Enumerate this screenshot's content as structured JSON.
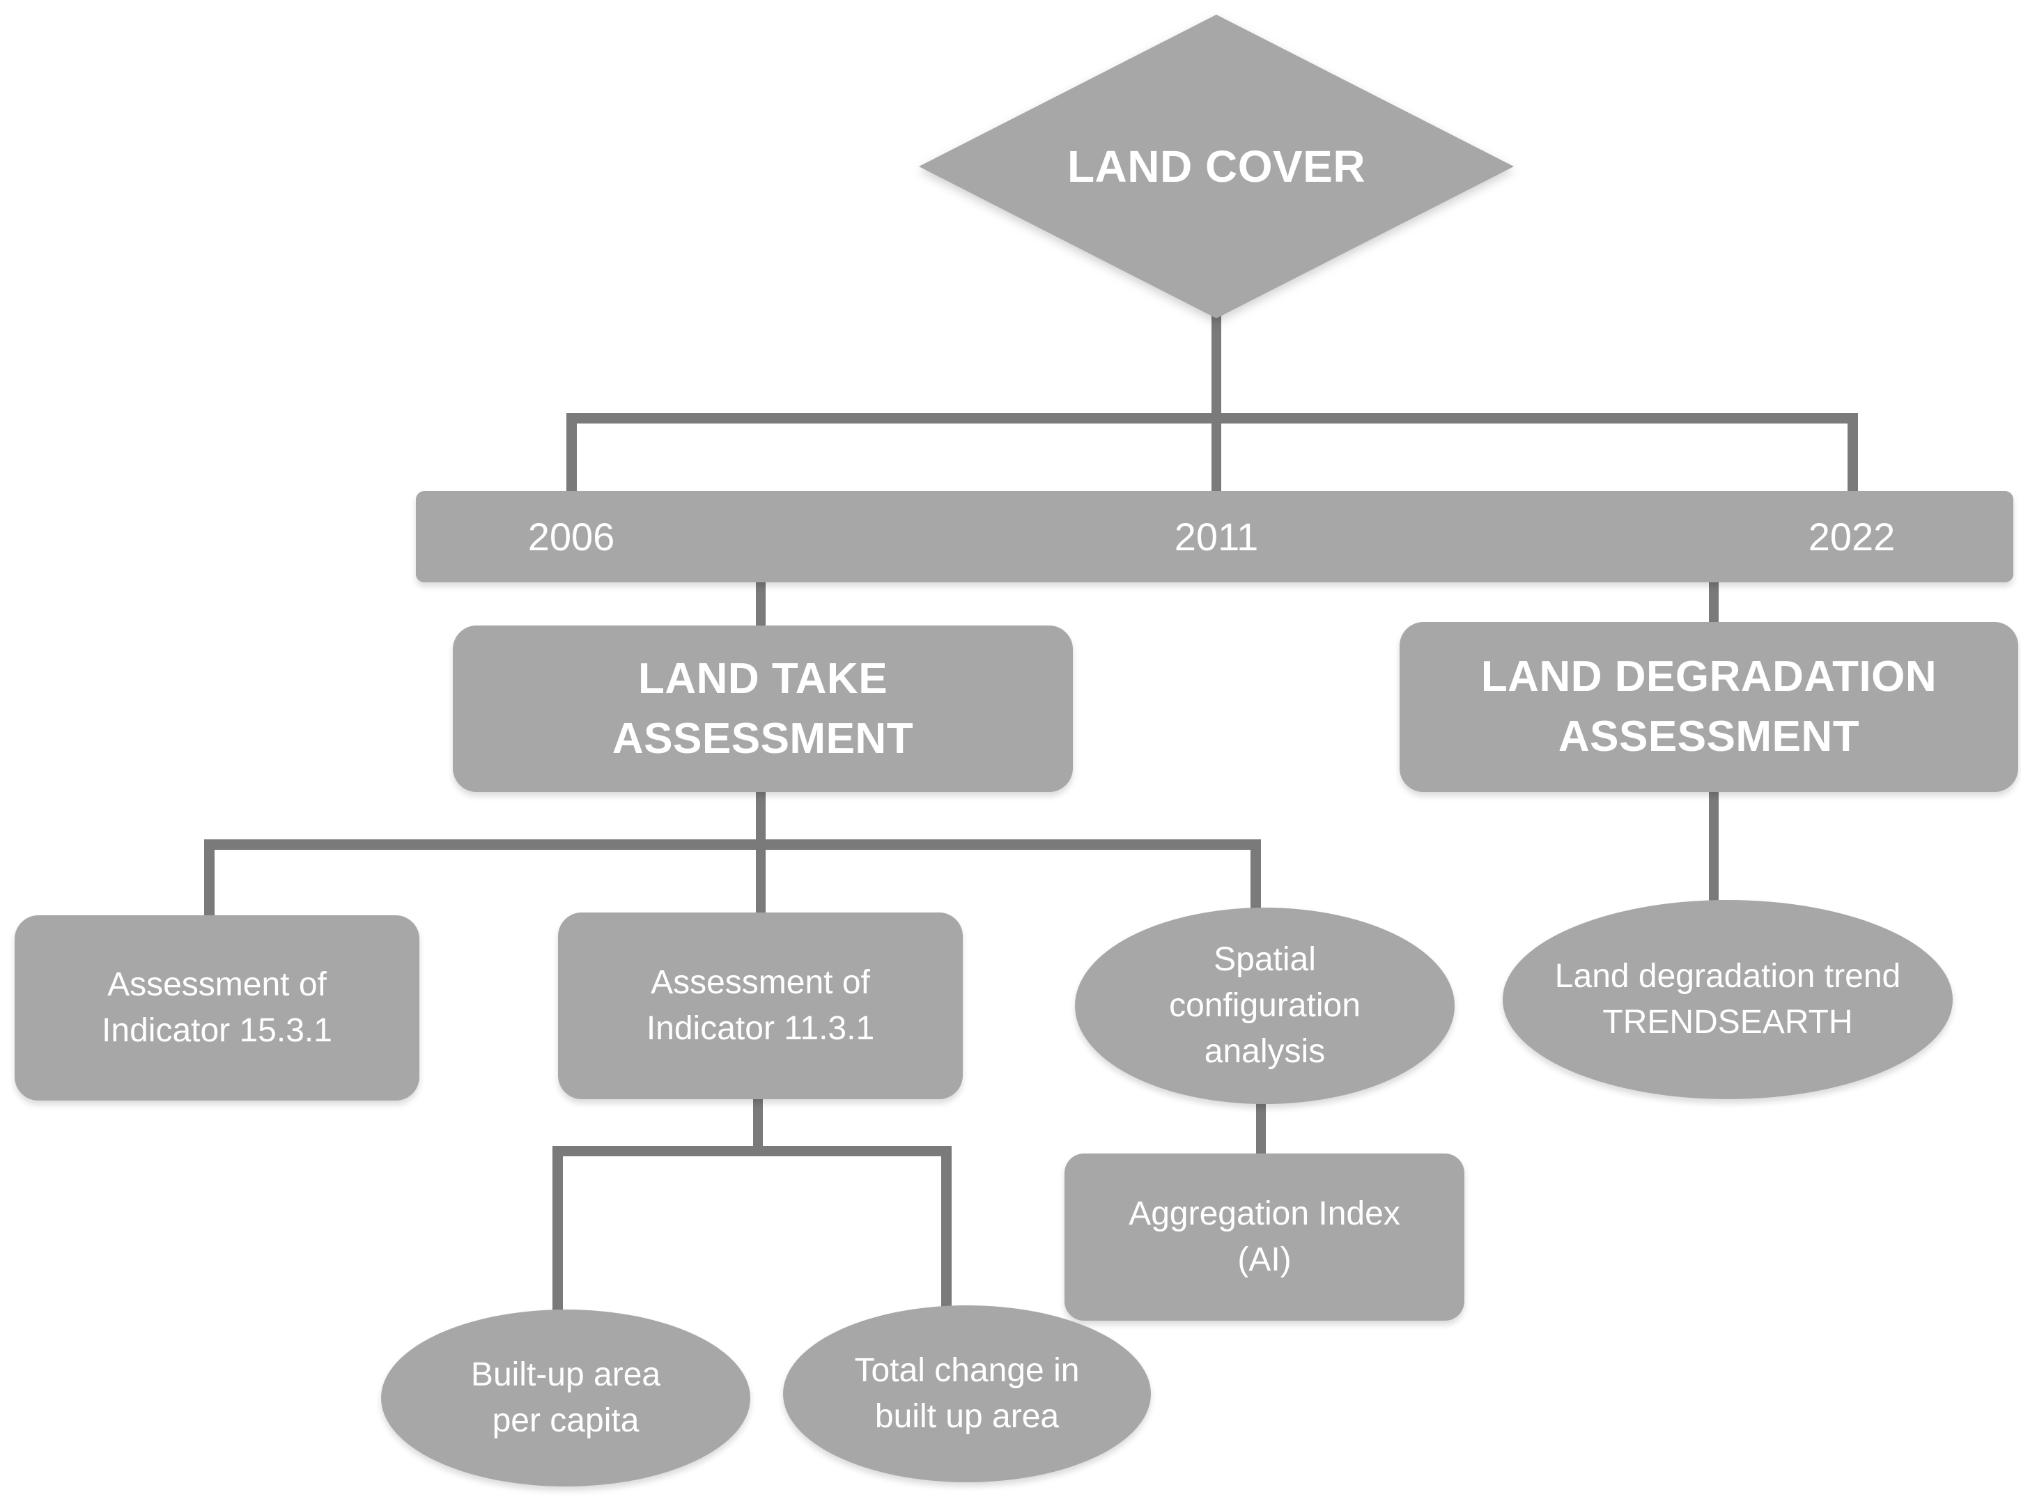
{
  "colors": {
    "node_fill": "#a7a7a7",
    "connector": "#7a7a7a",
    "label_text": "#ffffff",
    "background": "#ffffff"
  },
  "diagram": {
    "root": {
      "label": "LAND COVER"
    },
    "timeline": {
      "years": [
        "2006",
        "2011",
        "2022"
      ]
    },
    "land_take": {
      "lines": [
        "LAND TAKE",
        "ASSESSMENT"
      ]
    },
    "land_degradation": {
      "lines": [
        "LAND DEGRADATION",
        "ASSESSMENT"
      ]
    },
    "indicator_15_3_1": {
      "lines": [
        "Assessment of",
        "Indicator 15.3.1"
      ]
    },
    "indicator_11_3_1": {
      "lines": [
        "Assessment of",
        "Indicator 11.3.1"
      ]
    },
    "spatial_configuration": {
      "lines": [
        "Spatial",
        "configuration",
        "analysis"
      ]
    },
    "aggregation_index": {
      "lines": [
        "Aggregation Index",
        "(AI)"
      ]
    },
    "land_degradation_trend": {
      "lines": [
        "Land degradation trend",
        "TRENDSEARTH"
      ]
    },
    "built_up_area": {
      "lines": [
        "Built-up area",
        "per capita"
      ]
    },
    "total_change": {
      "lines": [
        "Total change in",
        "built up area"
      ]
    }
  }
}
